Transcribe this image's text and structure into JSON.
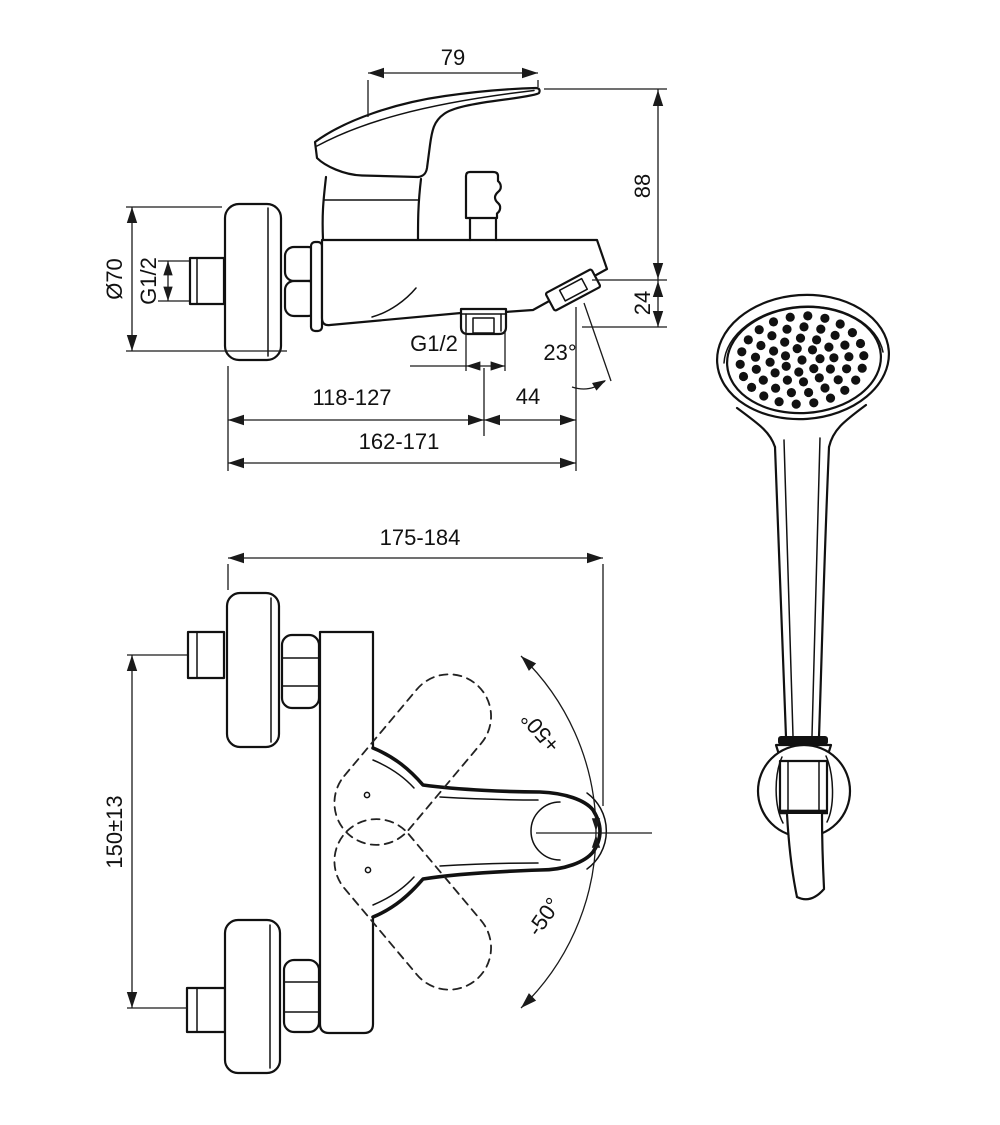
{
  "drawing": {
    "background": "#ffffff",
    "ink": "#111111",
    "type": "installation dimension drawing"
  },
  "side_view": {
    "handle_length": "79",
    "height": "88",
    "spout_drop": "24",
    "flange_diameter": "Ø70",
    "inlet_thread": "G1/2",
    "hose_outlet_thread": "G1/2",
    "spout_angle": "23°",
    "wall_to_hose_outlet": "118-127",
    "hose_outlet_to_tip": "44",
    "wall_to_tip": "162-171"
  },
  "front_view": {
    "width": "175-184",
    "centres_distance": "150±13",
    "lever_angle_up": "+50°",
    "lever_angle_down": "-50°"
  }
}
